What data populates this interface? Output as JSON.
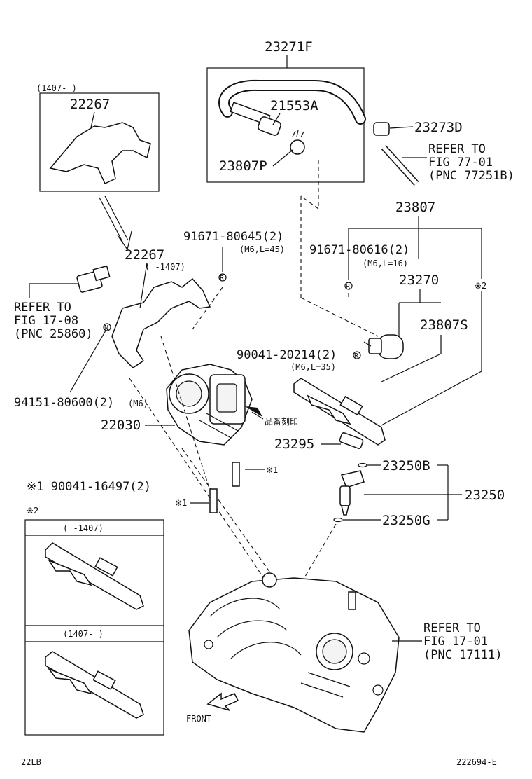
{
  "labels": {
    "p23271F": "23271F",
    "p21553A": "21553A",
    "p23807P": "23807P",
    "p23273D": "23273D",
    "refer_77": [
      "REFER TO",
      "FIG 77-01",
      "(PNC 77251B)"
    ],
    "p22267_date": "(1407-      )",
    "p22267_top": "22267",
    "p22267": "22267",
    "p22267_date2": "(      -1407)",
    "b91671_80645": "91671-80645(2)",
    "b91671_80645_spec": "(M6,L=45)",
    "p23807": "23807",
    "b91671_80616": "91671-80616(2)",
    "b91671_80616_spec": "(M6,L=16)",
    "p23270": "23270",
    "star2": "※2",
    "refer_17_08": [
      "REFER TO",
      "FIG 17-08",
      "(PNC 25860)"
    ],
    "p23807S": "23807S",
    "b90041_20214": "90041-20214(2)",
    "b90041_20214_spec": "(M6,L=35)",
    "n94151": "94151-80600(2)",
    "n94151_spec": "(M6)",
    "p22030": "22030",
    "stamp": "品番刻印",
    "p23295": "23295",
    "star1_a": "※1",
    "star1_b": "※1",
    "p23250B": "23250B",
    "p23250": "23250",
    "p23250G": "23250G",
    "note1": "※1  90041-16497(2)",
    "note2": "※2",
    "inset_date1": "(      -1407)",
    "inset_date2": "(1407-      )",
    "refer_17_01": [
      "REFER TO",
      "FIG 17-01",
      "(PNC 17111)"
    ],
    "front": "FRONT",
    "footer_left": "22LB",
    "footer_right": "222694-E",
    "marker_R1": "R",
    "marker_R2": "R",
    "marker_R3": "R",
    "marker_N": "N"
  }
}
